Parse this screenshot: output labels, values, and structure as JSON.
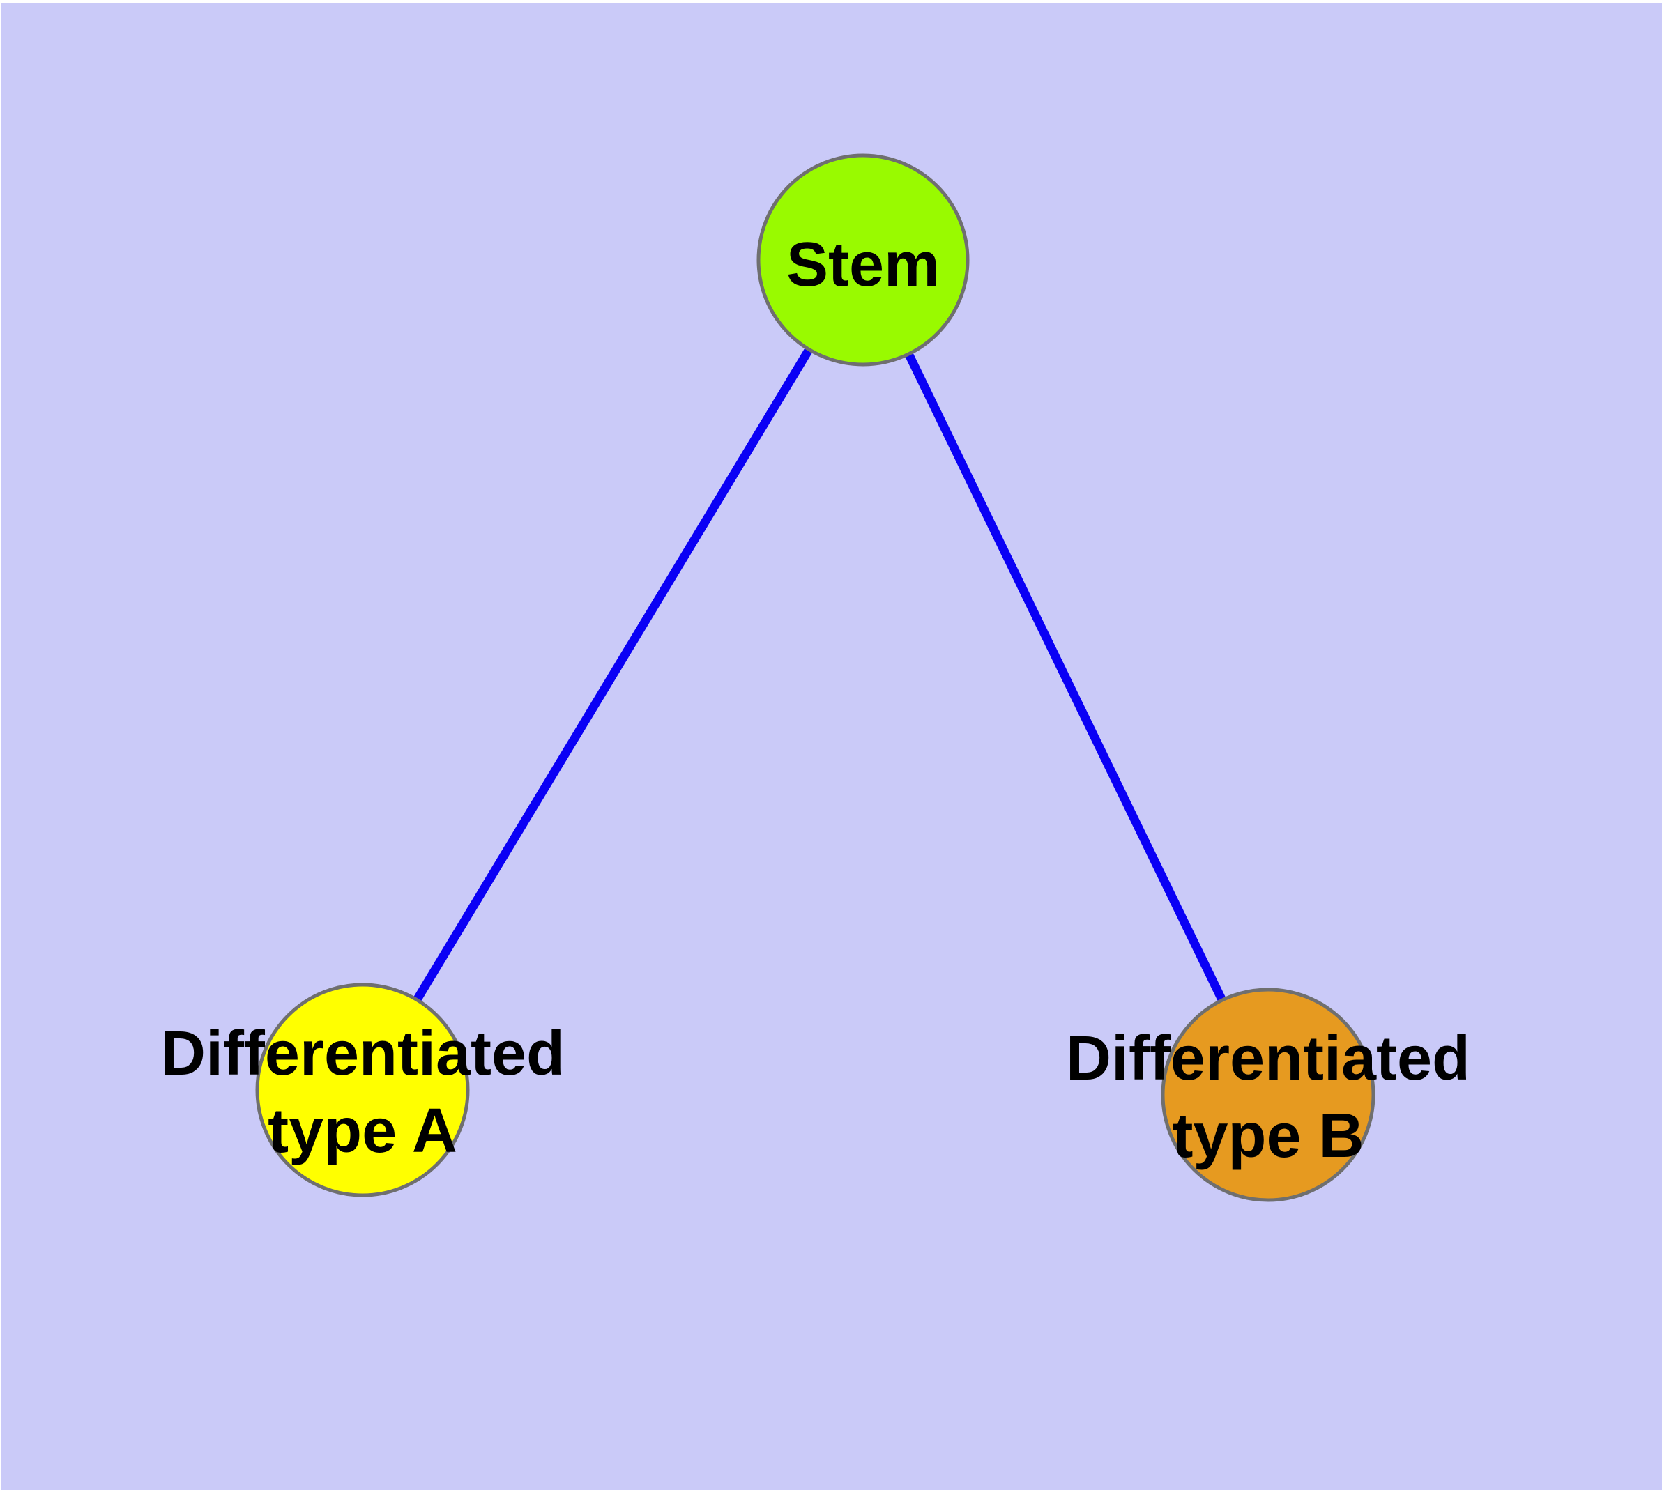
{
  "diagram": {
    "background_color": "#CACAF8",
    "frame_color": "#FFFFFF",
    "edge_color": "#0A00F5",
    "node_border_color": "#6F6F6F",
    "label_color": "#000000",
    "nodes": [
      {
        "id": "stem",
        "label": "Stem",
        "fill": "#99FA00"
      },
      {
        "id": "differentiated-type-a",
        "label": "Differentiated type A",
        "label_line1": "Differentiated",
        "label_line2": "type A",
        "fill": "#FFFF00"
      },
      {
        "id": "differentiated-type-b",
        "label": "Differentiated type B",
        "label_line1": "Differentiated",
        "label_line2": "type B",
        "fill": "#E69A20"
      }
    ],
    "edges": [
      {
        "from": "Stem",
        "to": "Differentiated type A"
      },
      {
        "from": "Stem",
        "to": "Differentiated type B"
      }
    ]
  }
}
